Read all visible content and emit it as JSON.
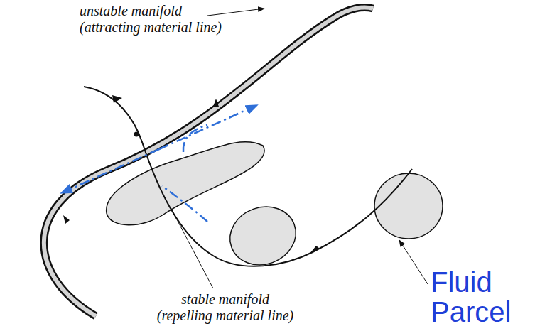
{
  "diagram": {
    "labels": [
      "unstable manifold (attracting material line)",
      "stable manifold (repelling material line)",
      "Fluid Parcel"
    ]
  }
}
